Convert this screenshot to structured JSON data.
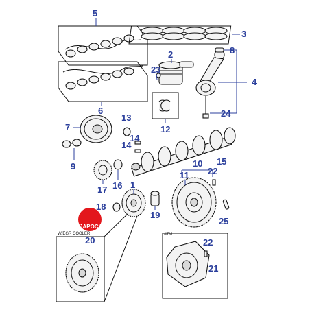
{
  "diagram": {
    "labels": {
      "n1": "1",
      "n2": "2",
      "n3": "3",
      "n4": "4",
      "n5": "5",
      "n6": "6",
      "n7": "7",
      "n8": "8",
      "n9": "9",
      "n10": "10",
      "n11": "11",
      "n12": "12",
      "n13": "13",
      "n14a": "14",
      "n14b": "14",
      "n15": "15",
      "n16": "16",
      "n17": "17",
      "n18": "18",
      "n19": "19",
      "n20": "20",
      "n21": "21",
      "n22a": "22",
      "n22b": "22",
      "n23": "23",
      "n24": "24",
      "n25": "25"
    },
    "egr_caption": "W/EGR COOLER",
    "atm_caption": "ATM",
    "logo_text": "JAPOCAT"
  },
  "colors": {
    "label": "#2b3f9c",
    "logo": "#e3171c",
    "line": "#111111"
  }
}
